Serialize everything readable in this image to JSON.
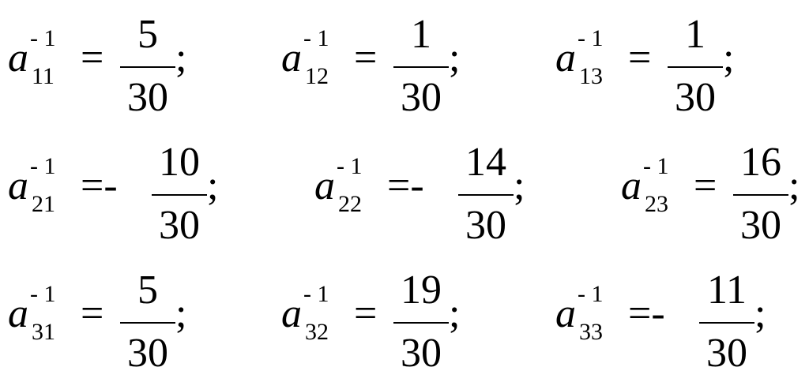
{
  "symbol": "a",
  "superscript": "- 1",
  "terminator": ";",
  "rows": [
    [
      {
        "sub": "11",
        "rel": "=",
        "num": "5",
        "den": "30"
      },
      {
        "sub": "12",
        "rel": "=",
        "num": "1",
        "den": "30"
      },
      {
        "sub": "13",
        "rel": "=",
        "num": "1",
        "den": "30"
      }
    ],
    [
      {
        "sub": "21",
        "rel": "=-",
        "num": "10",
        "den": "30"
      },
      {
        "sub": "22",
        "rel": "=-",
        "num": "14",
        "den": "30"
      },
      {
        "sub": "23",
        "rel": "=",
        "num": "16",
        "den": "30"
      }
    ],
    [
      {
        "sub": "31",
        "rel": "=",
        "num": "5",
        "den": "30"
      },
      {
        "sub": "32",
        "rel": "=",
        "num": "19",
        "den": "30"
      },
      {
        "sub": "33",
        "rel": "=-",
        "num": "11",
        "den": "30"
      }
    ]
  ]
}
